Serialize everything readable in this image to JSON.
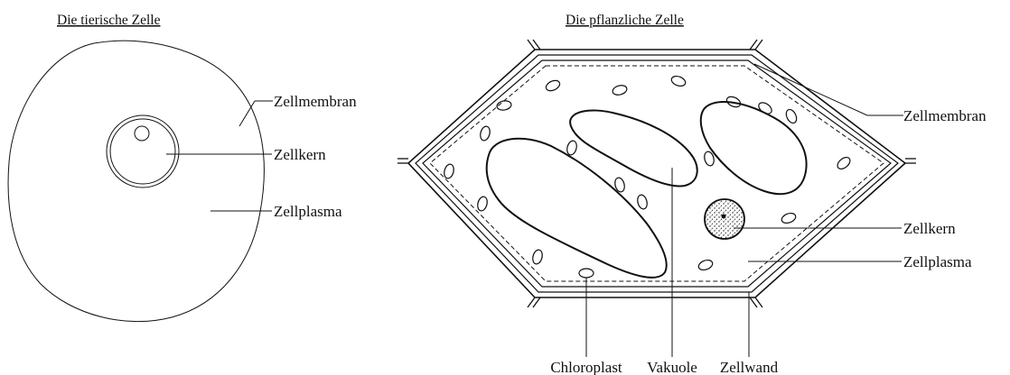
{
  "animal_cell": {
    "title": "Die tierische Zelle",
    "labels": {
      "membrane": "Zellmembran",
      "nucleus": "Zellkern",
      "cytoplasm": "Zellplasma"
    }
  },
  "plant_cell": {
    "title": "Die pflanzliche Zelle",
    "labels": {
      "membrane": "Zellmembran",
      "nucleus": "Zellkern",
      "cytoplasm": "Zellplasma",
      "chloroplast": "Chloroplast",
      "vacuole": "Vakuole",
      "cell_wall": "Zellwand"
    }
  }
}
